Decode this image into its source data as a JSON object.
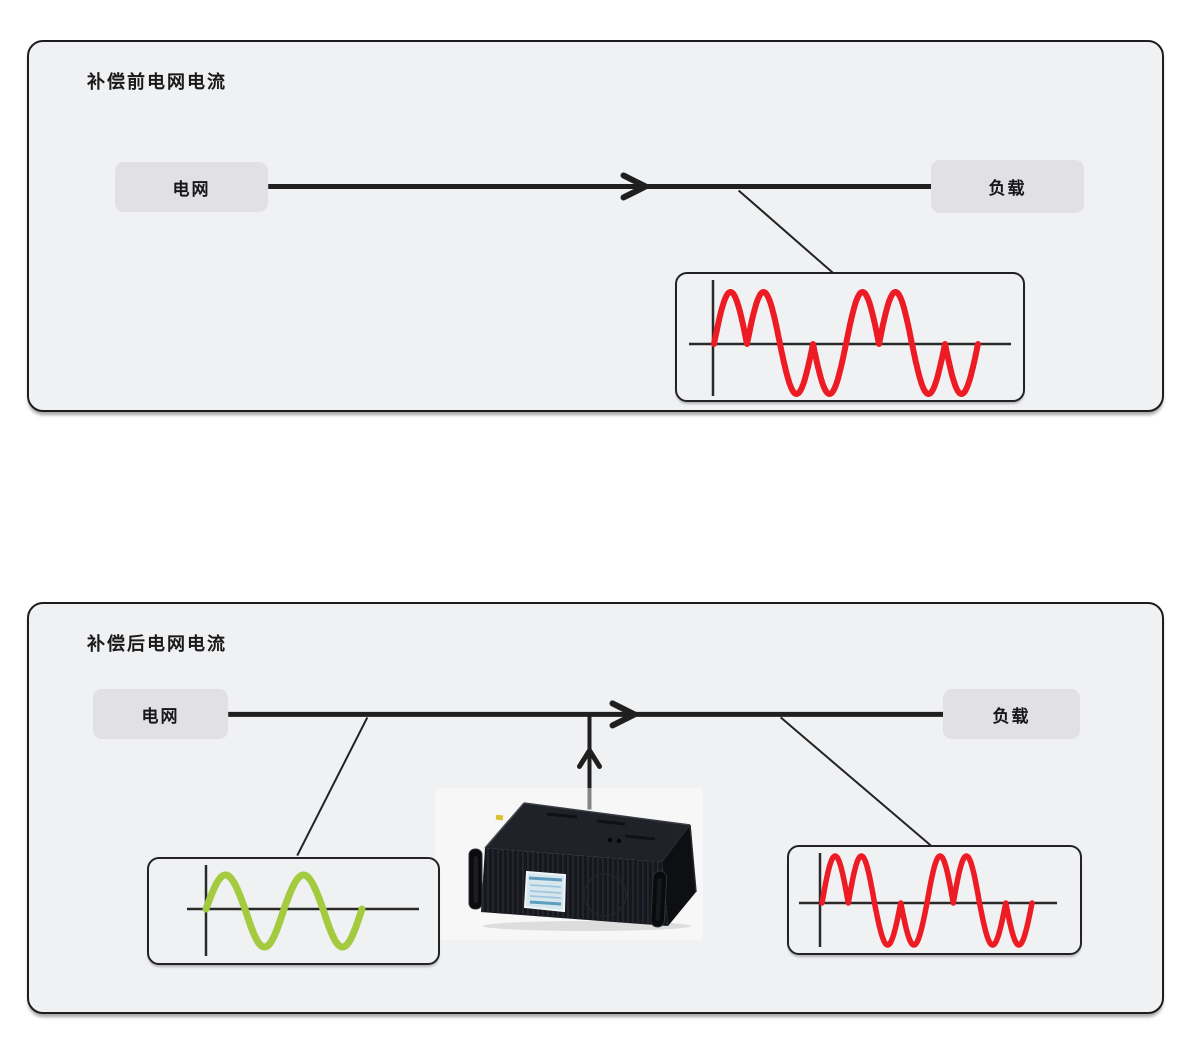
{
  "page": {
    "background": "#ffffff"
  },
  "colors": {
    "panel_bg": "#f0f1f3",
    "panel_border": "#1d1d1f",
    "node_bg": "#e1e1e3",
    "line": "#1f1f20",
    "axis": "#2a2a2a",
    "red_wave": "#ed1c24",
    "green_wave": "#a4cb3f"
  },
  "panels": [
    {
      "title": "补偿前电网电流",
      "grid_label": "电网",
      "load_label": "负载",
      "waveform": {
        "name": "distorted-load-current",
        "type": "distorted",
        "cycles": 2,
        "color": "#ed1c24"
      }
    },
    {
      "title": "补偿后电网电流",
      "grid_label": "电网",
      "load_label": "负载",
      "device": {
        "name": "active-power-filter-unit"
      },
      "waveforms": {
        "grid": {
          "name": "clean-grid-current",
          "type": "sine",
          "cycles": 2,
          "color": "#a4cb3f"
        },
        "load": {
          "name": "distorted-load-current",
          "type": "distorted",
          "cycles": 2,
          "color": "#ed1c24"
        }
      }
    }
  ]
}
